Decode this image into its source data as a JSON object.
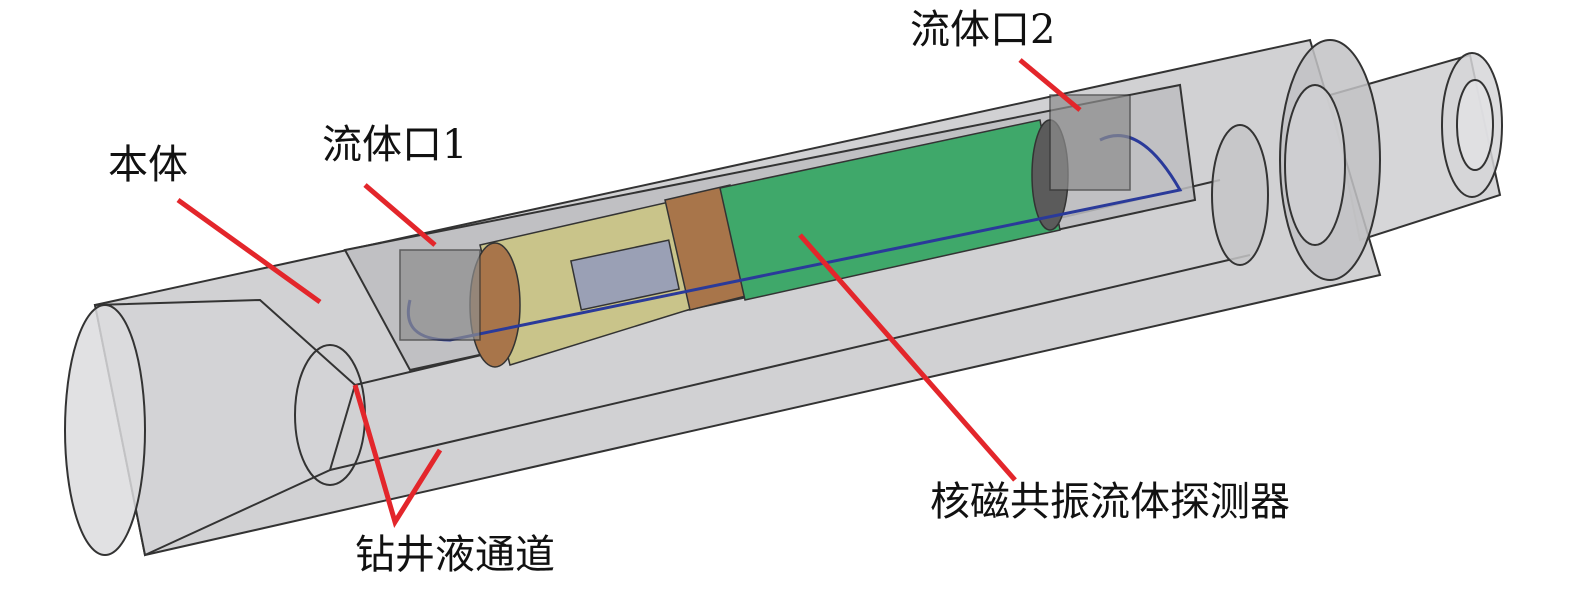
{
  "labels": {
    "fluid_port_2": "流体口2",
    "fluid_port_1": "流体口1",
    "body": "本体",
    "drilling_fluid_channel": "钻井液通道",
    "nmr_detector": "核磁共振流体探测器"
  },
  "colors": {
    "callout": "#e3262b",
    "body_shell": "#c9c9cb",
    "detector_green": "#3fa86a",
    "section_yellow": "#c9c48a",
    "section_brown": "#a8754a"
  }
}
